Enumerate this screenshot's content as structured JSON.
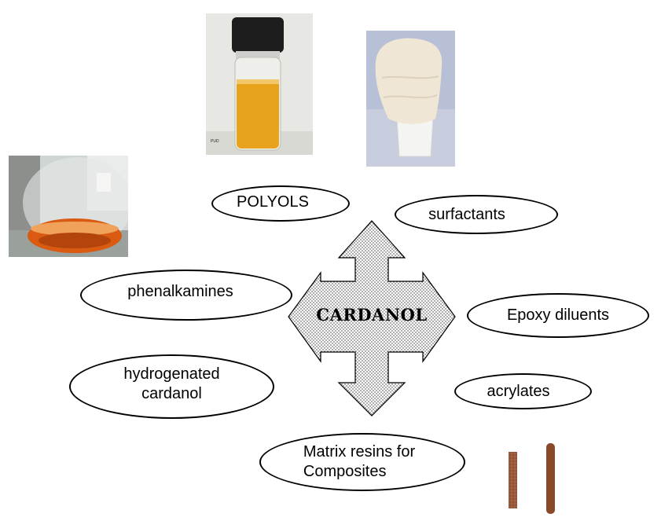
{
  "center": {
    "label": "CARDANOL"
  },
  "nodes": {
    "polyols": "POLYOLS",
    "surfactants": "surfactants",
    "phenalkamines": "phenalkamines",
    "epoxy_diluents": "Epoxy diluents",
    "hydrogenated_cardanol": "hydrogenated\ncardanol",
    "acrylates": "acrylates",
    "matrix_resins": "Matrix resins for\nComposites"
  },
  "photos": {
    "vial_caption": "PUD"
  },
  "colors": {
    "liquid_amber": "#e8a21c",
    "foam": "#efe6d6",
    "flask_orange": "#d95a10",
    "rod_brown": "#8a4a2a"
  }
}
